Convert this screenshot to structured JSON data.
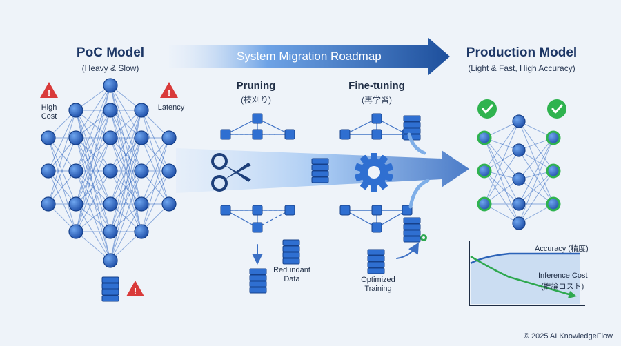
{
  "roadmap_title": "System Migration Roadmap",
  "poc": {
    "title": "PoC Model",
    "subtitle": "(Heavy & Slow)",
    "warning_high_cost": "High\nCost",
    "warning_latency": "Latency"
  },
  "pruning": {
    "title": "Pruning",
    "subtitle": "(枝刈り)",
    "redundant_data": "Redundant\nData"
  },
  "finetuning": {
    "title": "Fine-tuning",
    "subtitle": "(再学習)",
    "optimized_training": "Optimized\nTraining"
  },
  "production": {
    "title": "Production Model",
    "subtitle": "(Light & Fast, High Accuracy)"
  },
  "chart": {
    "accuracy_label": "Accuracy (精度)",
    "cost_label_line1": "Inference Cost",
    "cost_label_line2": "(推論コスト)"
  },
  "copyright": "© 2025 AI KnowledgeFlow",
  "colors": {
    "node_blue": "#2f6fd1",
    "node_dark": "#1f4fa8",
    "edge_blue": "#3b6fc4",
    "arrow_dark": "#1d4f9c",
    "warning_red": "#d93a3a",
    "check_green": "#2fb34f",
    "accuracy_line": "#2c63b8",
    "cost_line": "#2ea84f"
  }
}
